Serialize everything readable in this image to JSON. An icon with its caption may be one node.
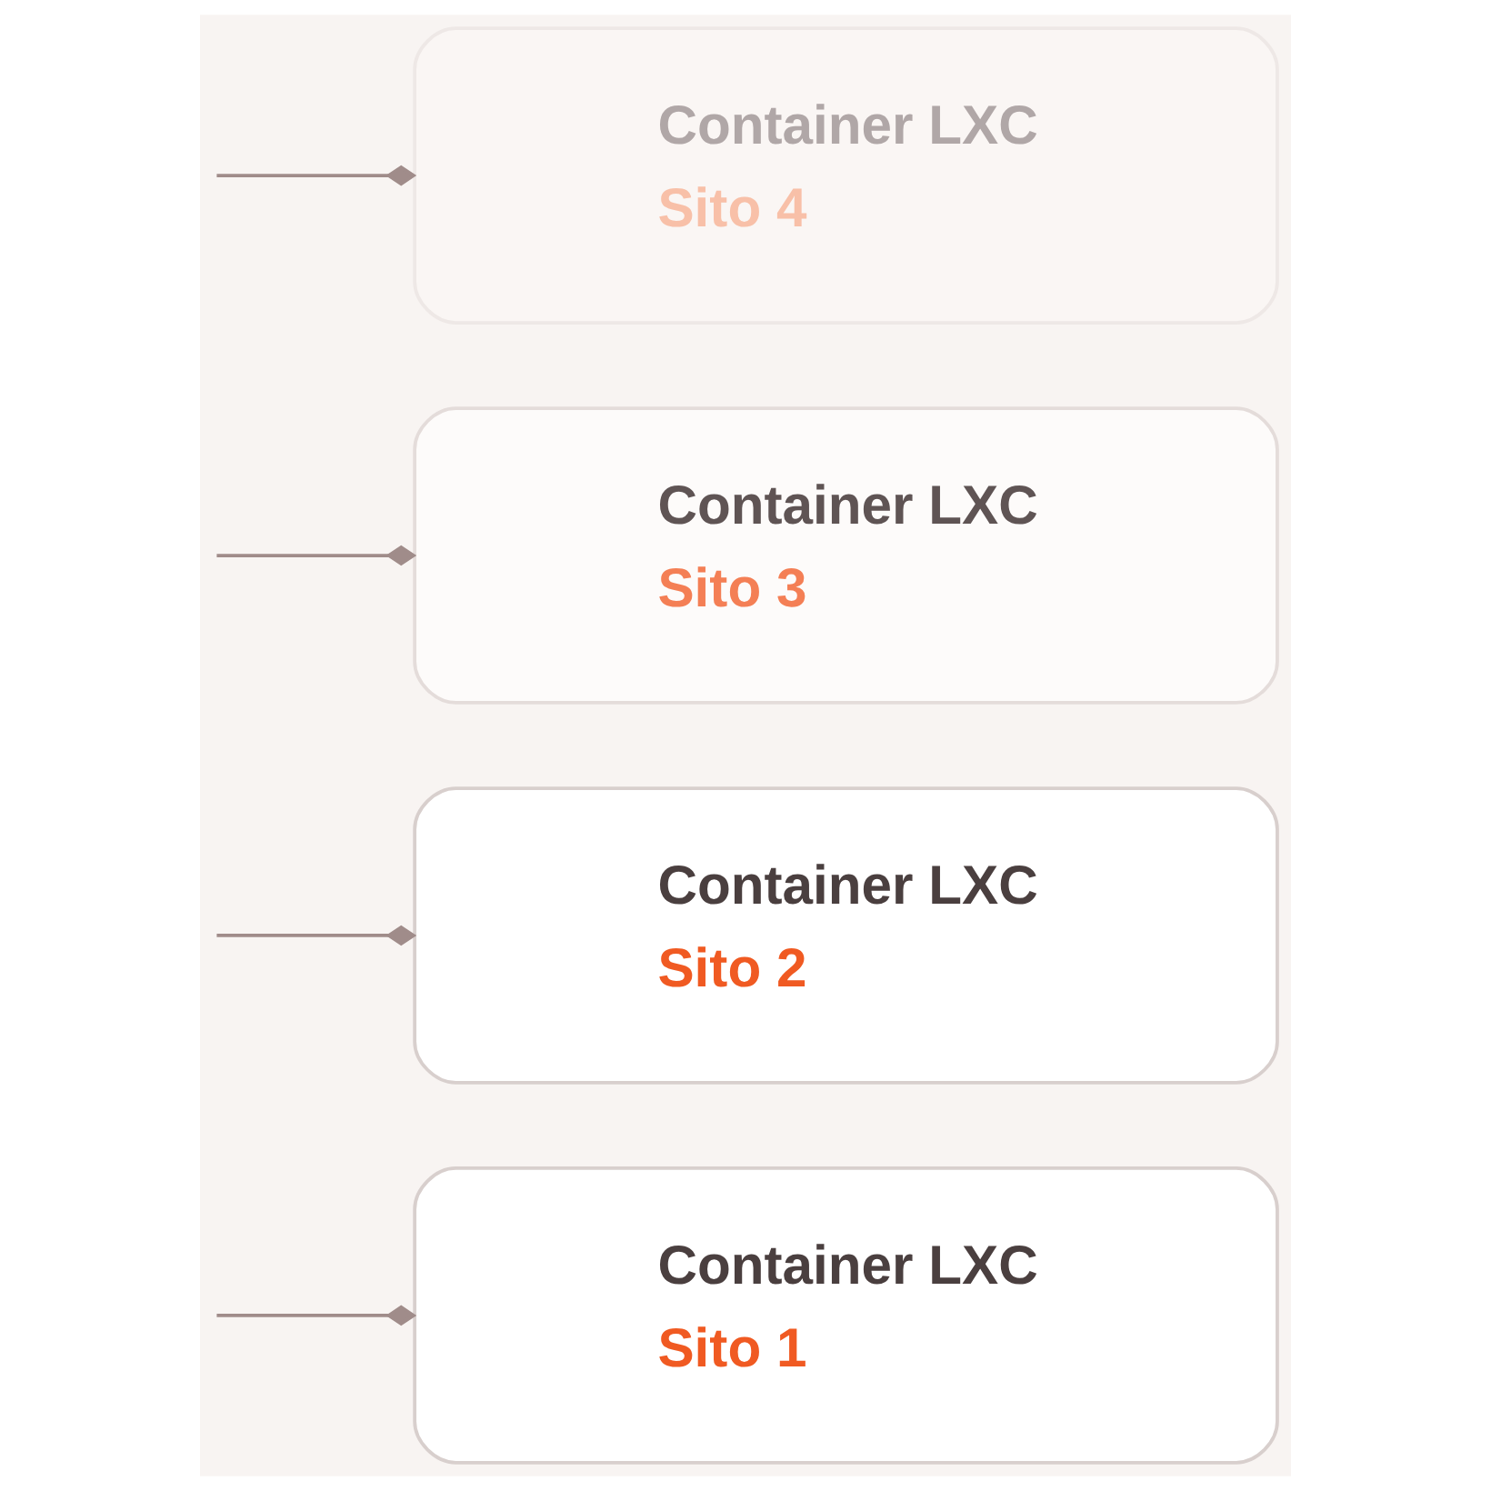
{
  "diagram": {
    "nodes": [
      {
        "text": [
          "Container LXC",
          "Sito 1"
        ]
      },
      {
        "text": [
          "Container LXC",
          "Sito 2"
        ]
      },
      {
        "text": [
          "Container LXC",
          "Sito 3"
        ]
      },
      {
        "text": [
          "Container LXC",
          "Sito 4"
        ]
      }
    ],
    "edges": [
      {
        "from": null,
        "to": 0,
        "arrow": "other"
      },
      {
        "from": null,
        "to": 1,
        "arrow": "other"
      },
      {
        "from": null,
        "to": 2,
        "arrow": "other"
      },
      {
        "from": null,
        "to": 3,
        "arrow": "other"
      }
    ]
  }
}
